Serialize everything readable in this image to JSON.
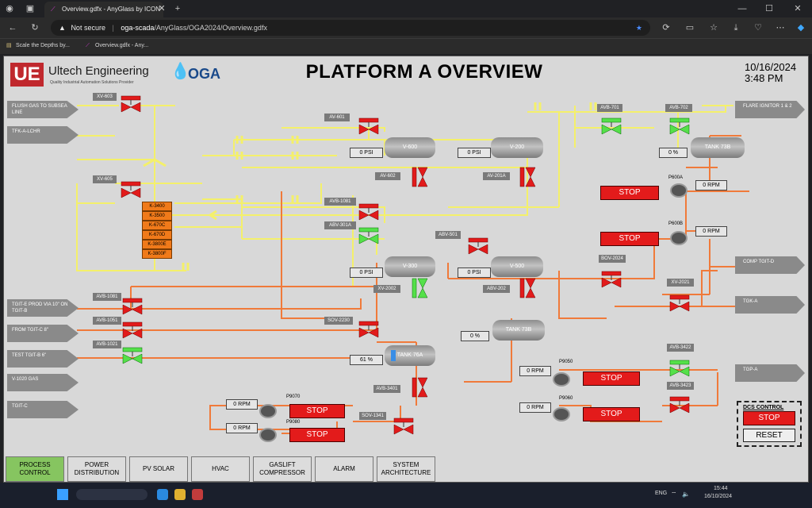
{
  "browser": {
    "tab_title": "Overview.gdfx - AnyGlass by ICON",
    "not_secure": "Not secure",
    "url_host": "oga-scada",
    "url_path": "/AnyGlass/OGA2024/Overview.gdfx",
    "bookmarks": [
      "Scale the Depths by...",
      "Overview.gdfx - Any..."
    ]
  },
  "header": {
    "company": "Ultech Engineering",
    "tagline": "Quality Industrial Automation Solutions Provider",
    "oga_logo": "OGA",
    "title": "PLATFORM A OVERVIEW",
    "date": "10/16/2024",
    "time": "3:48 PM"
  },
  "lines_left": [
    "FLUSH GAS TO SUBSEA LINE",
    "TFK-A-LCHR"
  ],
  "lines_left_lower": [
    "TGIT-E PROD VIA 10\" ON TGIT-B",
    "FROM TGIT-C 8\"",
    "TEST TGIT-B 6\"",
    "V-1020 GAS",
    "TGIT-C"
  ],
  "lines_right": [
    "FLARE IGNITOR 1 & 2",
    "COMP TGIT-D",
    "TGK-A",
    "TGP-A"
  ],
  "compressors": [
    "K-3400",
    "K-3500",
    "K-670C",
    "K-670D",
    "K-3800E",
    "K-3800F"
  ],
  "valves": {
    "xv603": "XV-603",
    "xv605": "XV-605",
    "av601": "AV-601",
    "av602": "AV-602",
    "av201a": "AV-201A",
    "avb701": "AVB-701",
    "avb702": "AVB-702",
    "avb1081a": "AVB-1081",
    "abv301a": "ABV-301A",
    "abv501": "ABV-501",
    "xv2002": "XV-2002",
    "abv202": "ABV-202",
    "bov2024": "BOV-2024",
    "xv2021": "XV-2021",
    "avb1081": "AVB-1081",
    "avb1051": "AVB-1051",
    "avb1021": "AVB-1021",
    "sov2230": "SOV-2230",
    "avb3401": "AVB-3401",
    "sov1341": "SOV-1341",
    "avb3422": "AVB-3422",
    "avb3423": "AVB-3423"
  },
  "vessels": {
    "v600": "V-600",
    "v200": "V-200",
    "v300": "V-300",
    "v500": "V-500",
    "tank73b_top": "TANK 73B",
    "tank73b": "TANK 73B",
    "tank76a": "TANK 76A"
  },
  "readings": {
    "v600_psi": "0 PSI",
    "v200_psi": "0 PSI",
    "v300_psi": "0 PSI",
    "v500_psi": "0 PSI",
    "tank73b_top_pct": "0 %",
    "tank73b_pct": "0 %",
    "tank76a_pct": "61 %",
    "p600a_rpm": "0 RPM",
    "p600b_rpm": "0 RPM",
    "p9050_rpm": "0 RPM",
    "p9060_rpm": "0 RPM",
    "p9070_rpm": "0 RPM",
    "p9080_rpm": "0 RPM"
  },
  "pumps": {
    "p600a": "P600A",
    "p600b": "P600B",
    "p9050": "P9050",
    "p9060": "P9060",
    "p9070": "P9070",
    "p9080": "P9080"
  },
  "stop_label": "STOP",
  "dcs": {
    "title": "DCS CONTROL",
    "stop": "STOP",
    "reset": "RESET"
  },
  "nav": [
    "PROCESS CONTROL",
    "POWER DISTRIBUTION",
    "PV SOLAR",
    "HVAC",
    "GASLIFT COMPRESSOR",
    "ALARM",
    "SYSTEM ARCHITECTURE"
  ],
  "taskbar": {
    "lang": "ENG",
    "time": "15:44",
    "date": "16/10/2024"
  },
  "colors": {
    "open_valve": "#55e04a",
    "closed_valve": "#e21b1b",
    "gas_line": "#f4f06a",
    "liquid_line": "#f07a3a",
    "active_nav": "#86c560"
  }
}
